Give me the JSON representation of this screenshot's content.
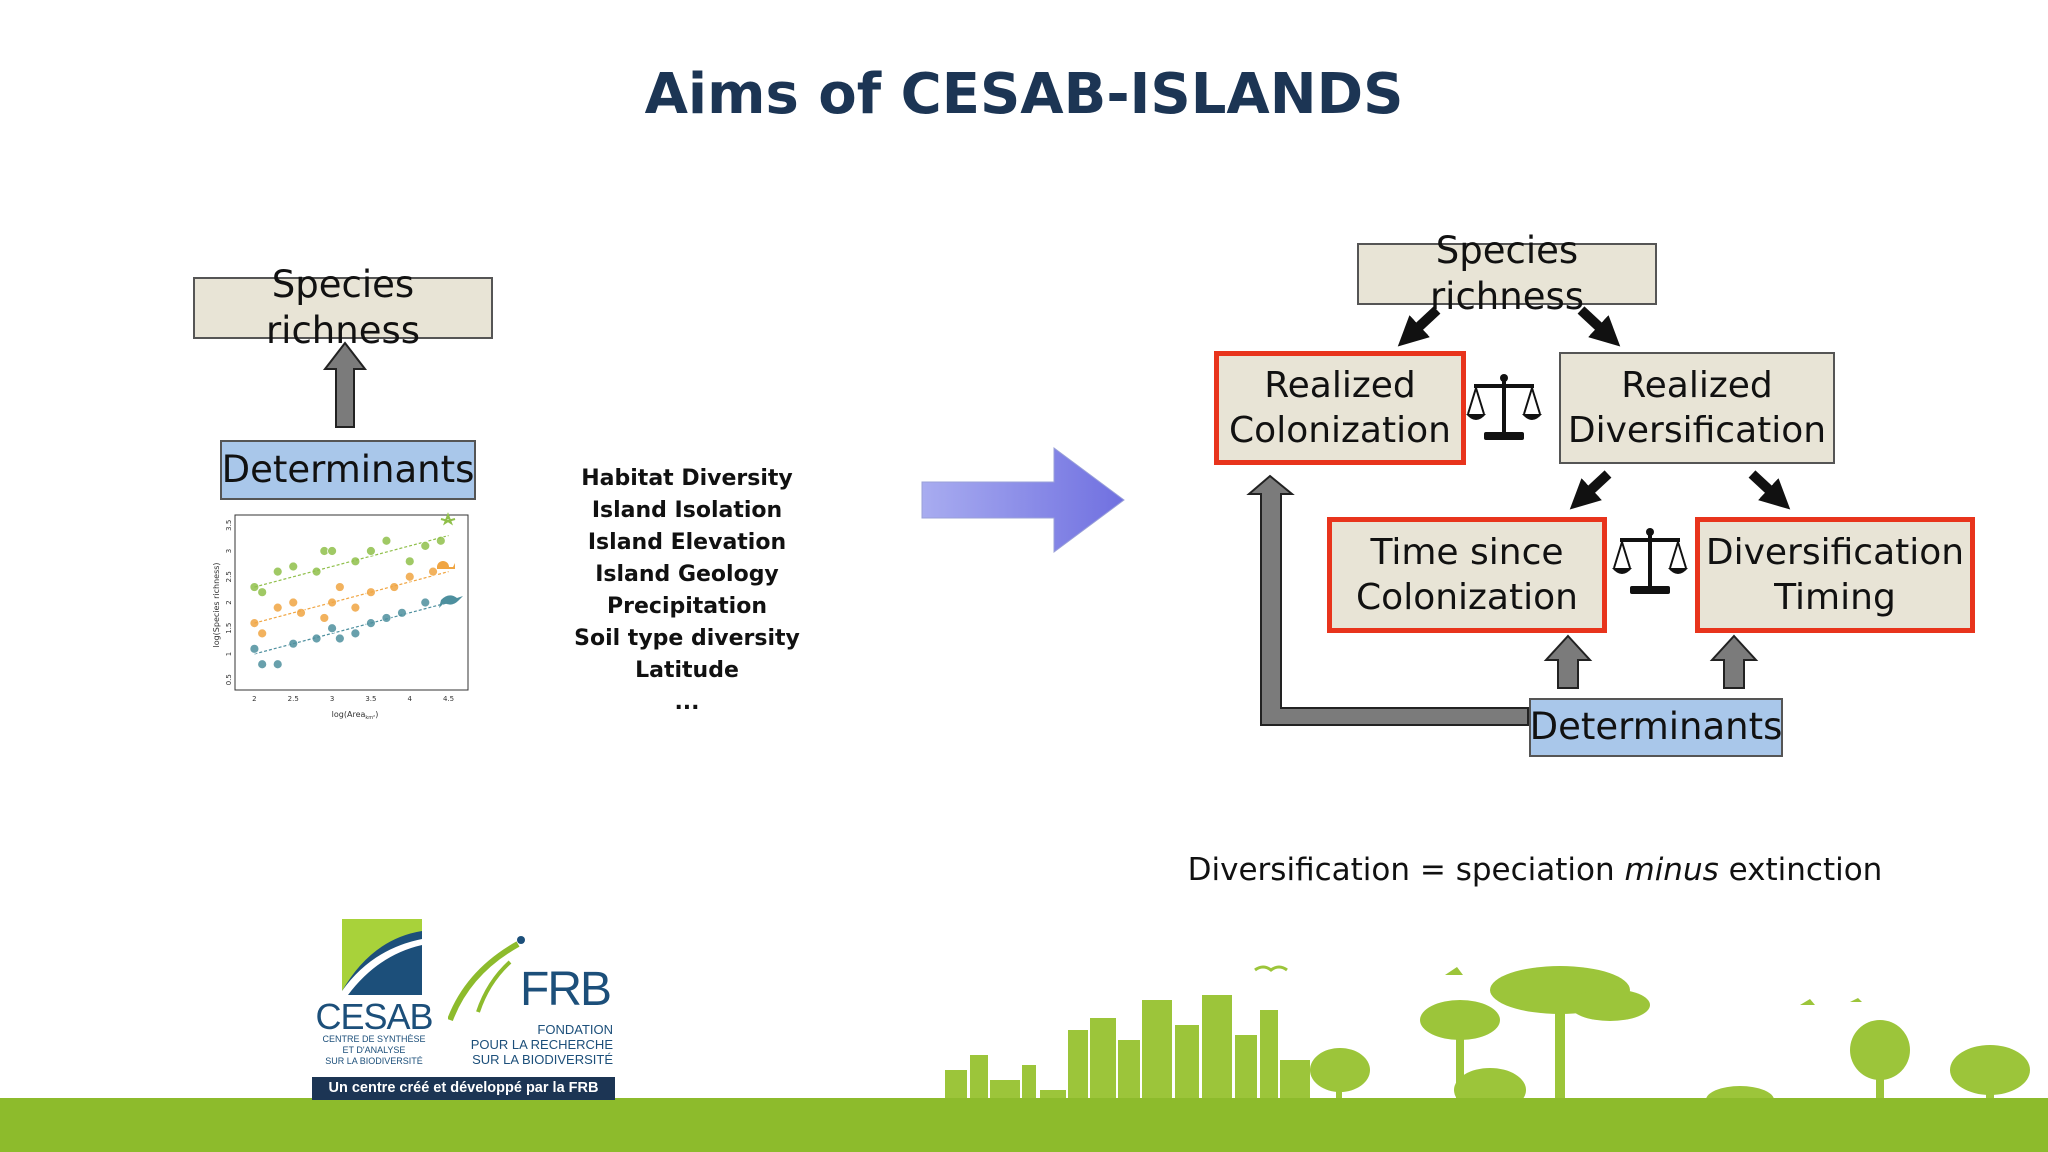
{
  "title": "Aims of CESAB-ISLANDS",
  "left": {
    "species_richness": "Species richness",
    "determinants": "Determinants"
  },
  "scatter": {
    "xlabel": "log(Area",
    "xlabel_sub": "km²",
    "xlabel_close": ")",
    "ylabel": "log(Species richness)",
    "x_ticks": [
      "2",
      "2.5",
      "3",
      "3.5",
      "4",
      "4.5"
    ],
    "y_ticks": [
      "0.5",
      "1",
      "1.5",
      "2",
      "2.5",
      "3",
      "3.5"
    ],
    "colors": {
      "green": "#8fbf4a",
      "orange": "#f0a542",
      "teal": "#4d8f9e"
    }
  },
  "factors": [
    "Habitat Diversity",
    "Island Isolation",
    "Island Elevation",
    "Island Geology",
    "Precipitation",
    "Soil type diversity",
    "Latitude",
    "..."
  ],
  "right": {
    "species_richness": "Species richness",
    "realized_colonization": [
      "Realized",
      "Colonization"
    ],
    "realized_diversification": [
      "Realized",
      "Diversification"
    ],
    "time_since_colonization": [
      "Time since",
      "Colonization"
    ],
    "diversification_timing": [
      "Diversification",
      "Timing"
    ],
    "determinants": "Determinants"
  },
  "formula": {
    "before": "Diversification = speciation ",
    "italic": "minus",
    "after": " extinction"
  },
  "logos": {
    "cesab_name": "CESAB",
    "cesab_lines": [
      "CENTRE DE SYNTHÈSE",
      "ET D'ANALYSE",
      "SUR LA BIODIVERSITÉ"
    ],
    "frb_name": "FRB",
    "frb_lines": [
      "FONDATION",
      "POUR LA RECHERCHE",
      "SUR LA BIODIVERSITÉ"
    ],
    "banner": "Un centre créé et développé par la FRB"
  },
  "colors": {
    "title": "#1c3554",
    "beige": "#e8e4d6",
    "blue": "#a9c7ea",
    "red_border": "#e8341c",
    "green_ground": "#8dbb2c"
  }
}
